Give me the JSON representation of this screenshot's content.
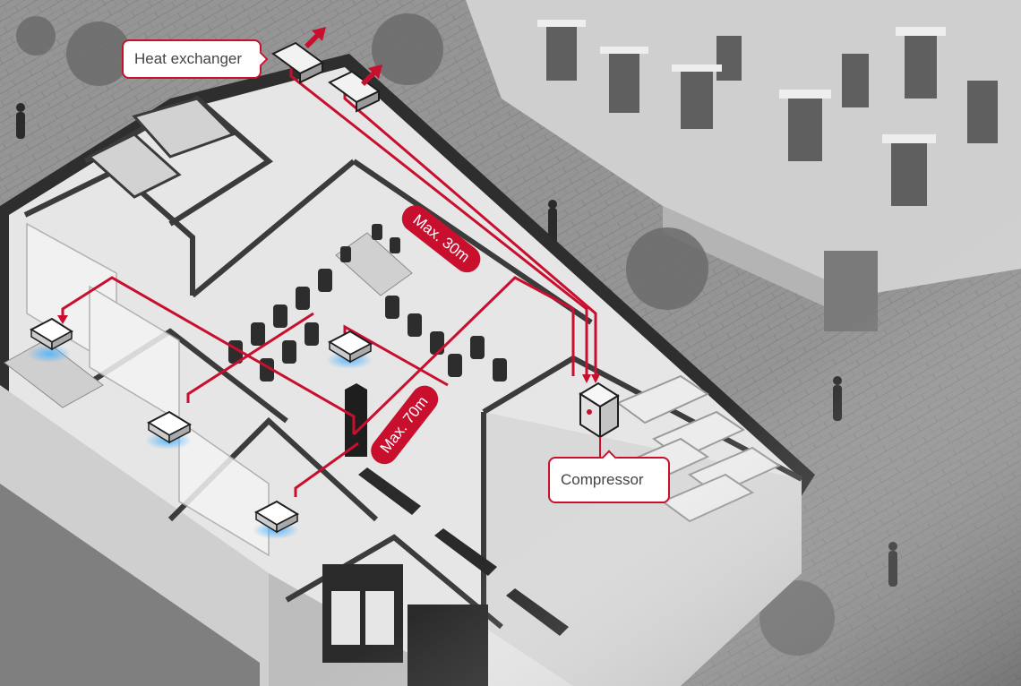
{
  "labels": {
    "heat_exchanger": "Heat exchanger",
    "compressor": "Compressor",
    "max_30": "Max. 30m",
    "max_70": "Max. 70m"
  },
  "colors": {
    "accent": "#c8102e",
    "building_light": "#e6e6e6",
    "building_mid": "#bdbdbd",
    "building_dark": "#3b3b3b",
    "street": "#8f8f8f",
    "cool_air": "#4fb3ff"
  },
  "icons": [
    "exhaust-arrow-icon",
    "ceiling-cassette-icon",
    "compressor-unit-icon"
  ]
}
